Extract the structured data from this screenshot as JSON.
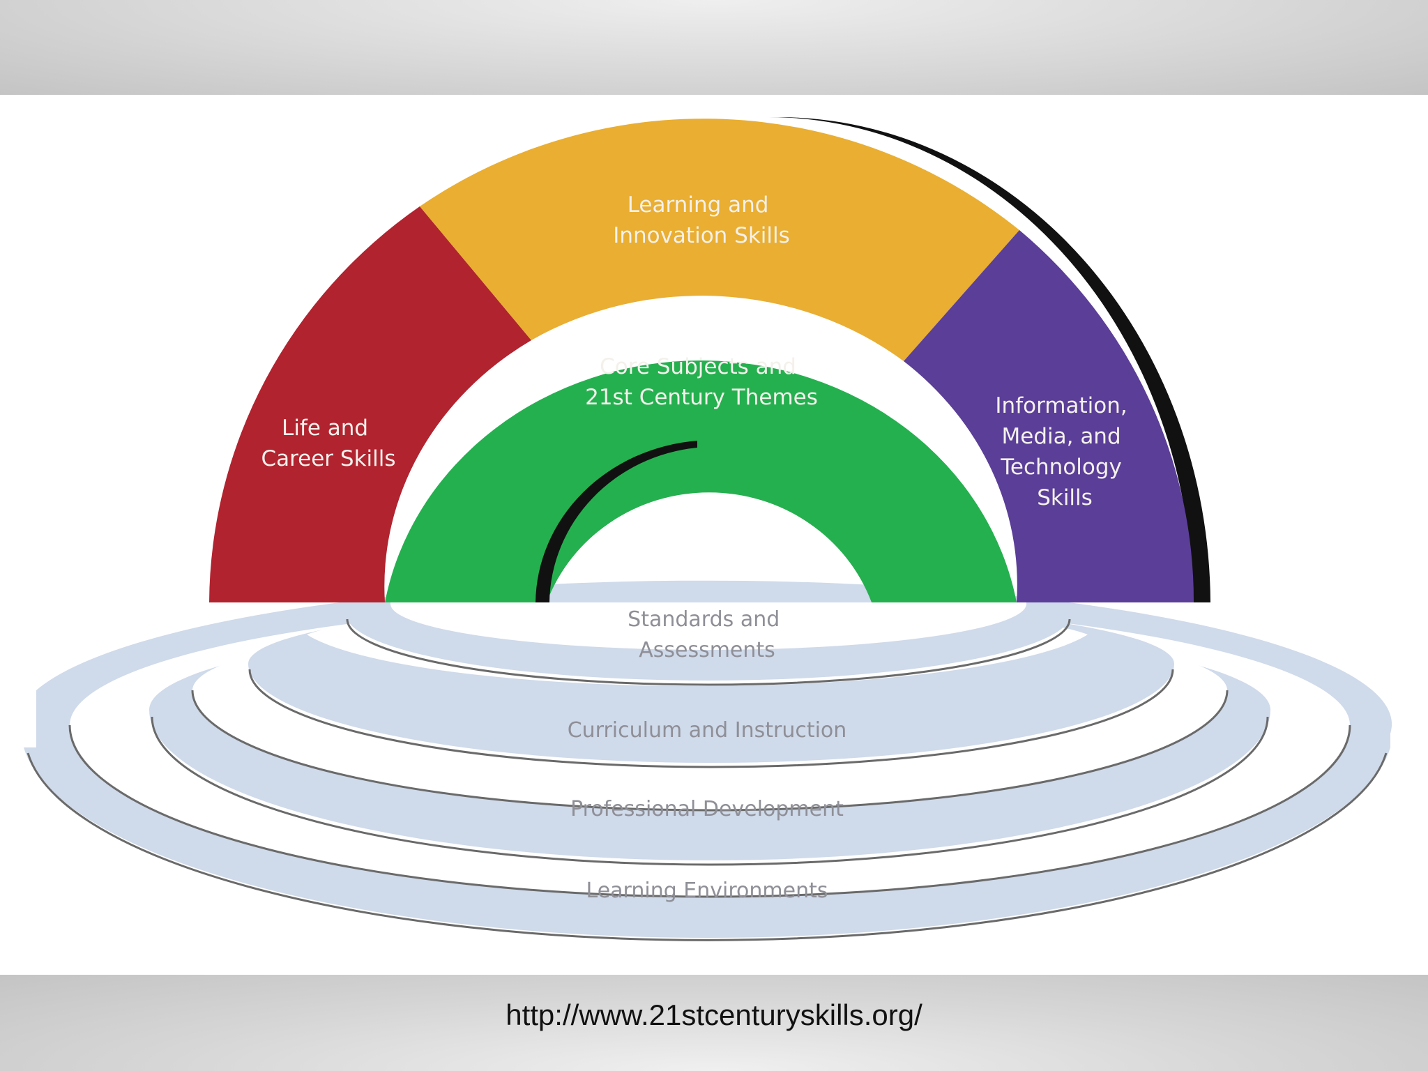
{
  "segments": [
    {
      "id": "life-career",
      "lines": [
        "Life and",
        "Career Skills"
      ],
      "color": "#b1232f"
    },
    {
      "id": "learning-innovation",
      "lines": [
        "Learning and",
        "Innovation Skills"
      ],
      "color": "#e9ae32"
    },
    {
      "id": "information-media",
      "lines": [
        "Information,",
        "Media, and",
        "Technology",
        "Skills"
      ],
      "color": "#5b3e98"
    },
    {
      "id": "core-subjects",
      "lines": [
        "Core Subjects and",
        "21st Century Themes"
      ],
      "color": "#25b04f"
    }
  ],
  "support_systems": [
    {
      "id": "standards",
      "lines": [
        "Standards and",
        "Assessments"
      ]
    },
    {
      "id": "curriculum",
      "lines": [
        "Curriculum and Instruction"
      ]
    },
    {
      "id": "professional-development",
      "lines": [
        "Professional Development"
      ]
    },
    {
      "id": "learning-environments",
      "lines": [
        "Learning Environments"
      ]
    }
  ],
  "colors": {
    "ring": "#cfdaea",
    "ring_outline": "#6a6a6a",
    "segment_text": "#f4f1ec",
    "support_text": "#8f8f97"
  },
  "footer": {
    "source_url": "http://www.21stcenturyskills.org/"
  }
}
